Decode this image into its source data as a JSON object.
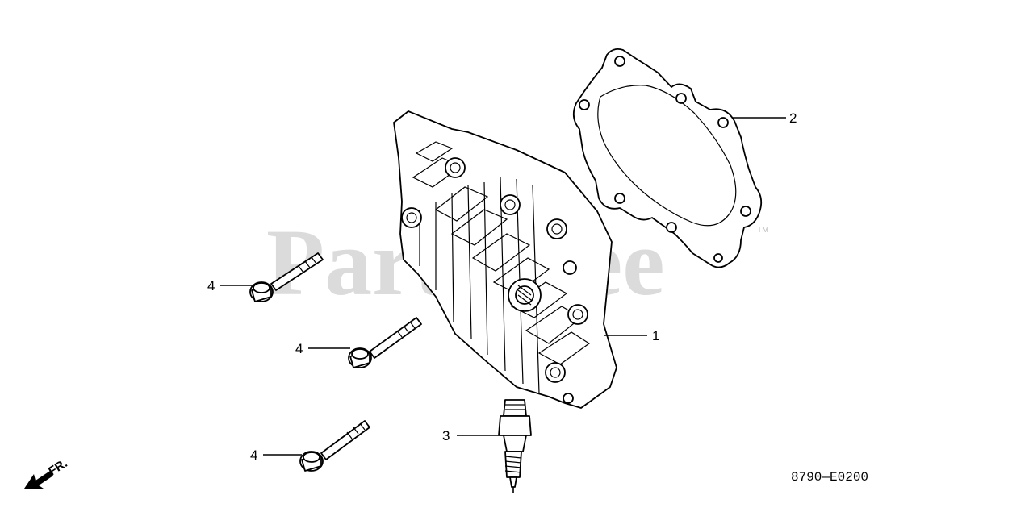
{
  "watermark": "PartsTree",
  "watermark_tm": "TM",
  "callouts": {
    "c1": "1",
    "c2": "2",
    "c3": "3",
    "c4a": "4",
    "c4b": "4",
    "c4c": "4"
  },
  "front_label": "FR.",
  "diagram_code": "8790—E0200"
}
